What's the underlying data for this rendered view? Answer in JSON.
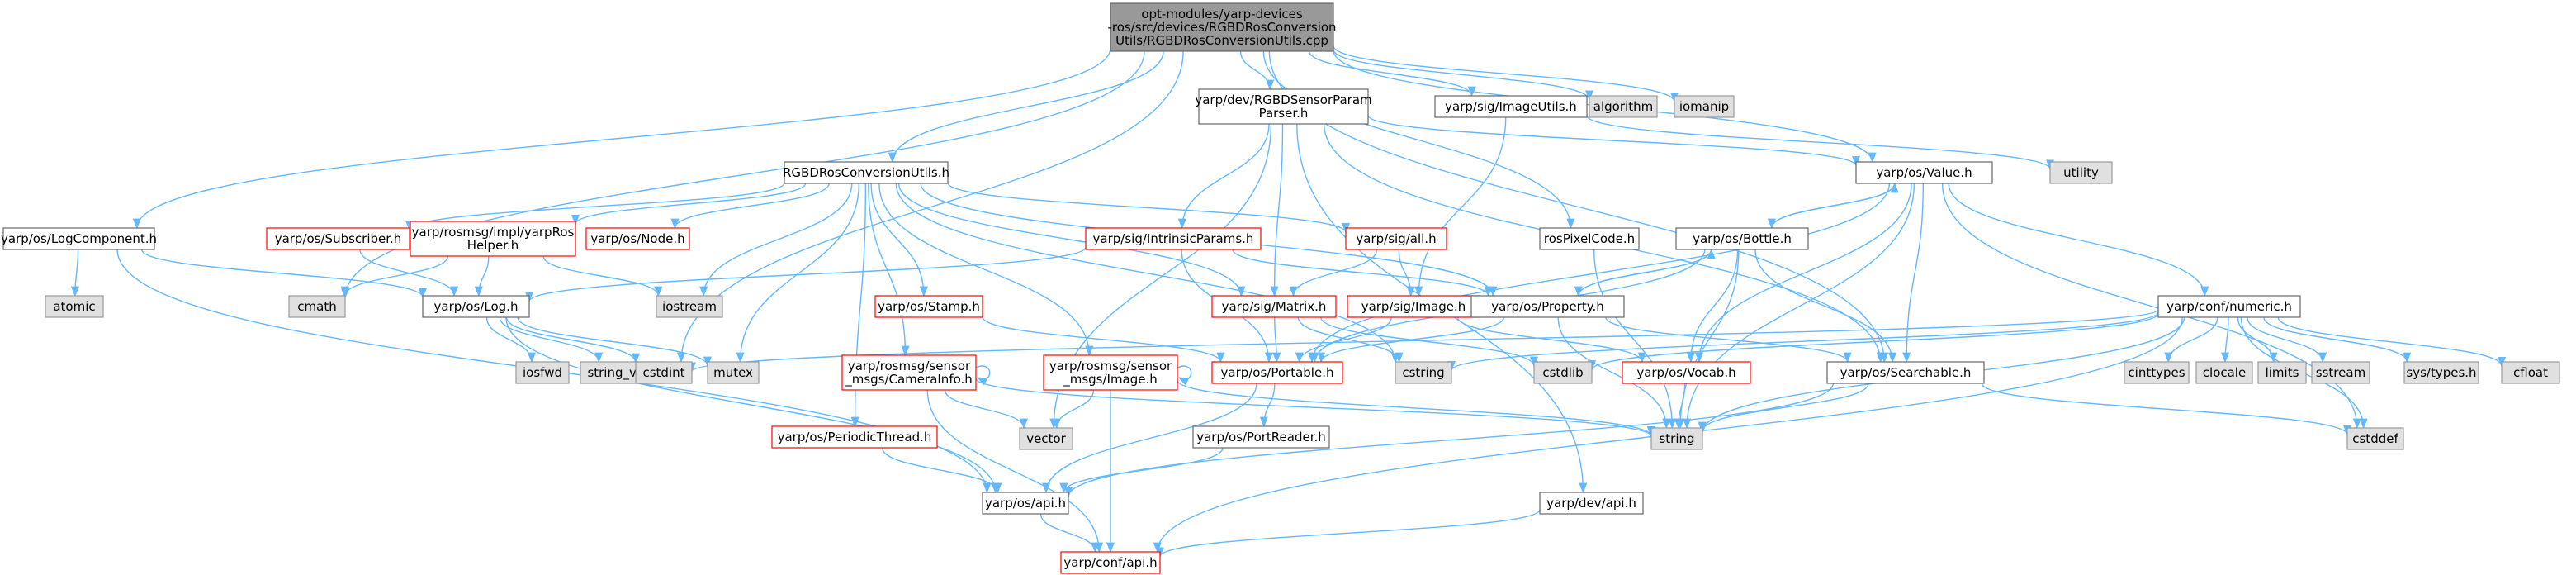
{
  "graph": {
    "root": {
      "lines": [
        "opt-modules/yarp-devices",
        "-ros/src/devices/RGBDRosConversion",
        "Utils/RGBDRosConversionUtils.cpp"
      ]
    },
    "nodes": [
      {
        "id": "rgbdparser",
        "lines": [
          "yarp/dev/RGBDSensorParam",
          "Parser.h"
        ],
        "kind": "normal"
      },
      {
        "id": "imageutils",
        "lines": [
          "yarp/sig/ImageUtils.h"
        ],
        "kind": "normal"
      },
      {
        "id": "algorithm",
        "lines": [
          "algorithm"
        ],
        "kind": "sys"
      },
      {
        "id": "iomanip",
        "lines": [
          "iomanip"
        ],
        "kind": "sys"
      },
      {
        "id": "conv",
        "lines": [
          "RGBDRosConversionUtils.h"
        ],
        "kind": "normal"
      },
      {
        "id": "utility",
        "lines": [
          "utility"
        ],
        "kind": "sys"
      },
      {
        "id": "value",
        "lines": [
          "yarp/os/Value.h"
        ],
        "kind": "normal"
      },
      {
        "id": "logcomp",
        "lines": [
          "yarp/os/LogComponent.h"
        ],
        "kind": "normal"
      },
      {
        "id": "subscriber",
        "lines": [
          "yarp/os/Subscriber.h"
        ],
        "kind": "red"
      },
      {
        "id": "rosHelper",
        "lines": [
          "yarp/rosmsg/impl/yarpRos",
          "Helper.h"
        ],
        "kind": "red"
      },
      {
        "id": "node",
        "lines": [
          "yarp/os/Node.h"
        ],
        "kind": "red"
      },
      {
        "id": "intrinsic",
        "lines": [
          "yarp/sig/IntrinsicParams.h"
        ],
        "kind": "red"
      },
      {
        "id": "sigall",
        "lines": [
          "yarp/sig/all.h"
        ],
        "kind": "red"
      },
      {
        "id": "rospixel",
        "lines": [
          "rosPixelCode.h"
        ],
        "kind": "normal"
      },
      {
        "id": "bottle",
        "lines": [
          "yarp/os/Bottle.h"
        ],
        "kind": "normal"
      },
      {
        "id": "atomic",
        "lines": [
          "atomic"
        ],
        "kind": "sys"
      },
      {
        "id": "cmath",
        "lines": [
          "cmath"
        ],
        "kind": "sys"
      },
      {
        "id": "log",
        "lines": [
          "yarp/os/Log.h"
        ],
        "kind": "normal"
      },
      {
        "id": "iostream",
        "lines": [
          "iostream"
        ],
        "kind": "sys"
      },
      {
        "id": "stamp",
        "lines": [
          "yarp/os/Stamp.h"
        ],
        "kind": "red"
      },
      {
        "id": "matrix",
        "lines": [
          "yarp/sig/Matrix.h"
        ],
        "kind": "red"
      },
      {
        "id": "image",
        "lines": [
          "yarp/sig/Image.h"
        ],
        "kind": "red"
      },
      {
        "id": "property",
        "lines": [
          "yarp/os/Property.h"
        ],
        "kind": "normal"
      },
      {
        "id": "numeric",
        "lines": [
          "yarp/conf/numeric.h"
        ],
        "kind": "normal"
      },
      {
        "id": "iosfwd",
        "lines": [
          "iosfwd"
        ],
        "kind": "sys"
      },
      {
        "id": "string_view",
        "lines": [
          "string_view"
        ],
        "kind": "sys"
      },
      {
        "id": "cstdint",
        "lines": [
          "cstdint"
        ],
        "kind": "sys"
      },
      {
        "id": "mutex",
        "lines": [
          "mutex"
        ],
        "kind": "sys"
      },
      {
        "id": "camerainfo",
        "lines": [
          "yarp/rosmsg/sensor",
          "_msgs/CameraInfo.h"
        ],
        "kind": "red"
      },
      {
        "id": "rosimage",
        "lines": [
          "yarp/rosmsg/sensor",
          "_msgs/Image.h"
        ],
        "kind": "red"
      },
      {
        "id": "portable",
        "lines": [
          "yarp/os/Portable.h"
        ],
        "kind": "red"
      },
      {
        "id": "cstring",
        "lines": [
          "cstring"
        ],
        "kind": "sys"
      },
      {
        "id": "cstdlib",
        "lines": [
          "cstdlib"
        ],
        "kind": "sys"
      },
      {
        "id": "vocab",
        "lines": [
          "yarp/os/Vocab.h"
        ],
        "kind": "red"
      },
      {
        "id": "searchable",
        "lines": [
          "yarp/os/Searchable.h"
        ],
        "kind": "normal"
      },
      {
        "id": "cinttypes",
        "lines": [
          "cinttypes"
        ],
        "kind": "sys"
      },
      {
        "id": "clocale",
        "lines": [
          "clocale"
        ],
        "kind": "sys"
      },
      {
        "id": "limits",
        "lines": [
          "limits"
        ],
        "kind": "sys"
      },
      {
        "id": "sstream",
        "lines": [
          "sstream"
        ],
        "kind": "sys"
      },
      {
        "id": "systypes",
        "lines": [
          "sys/types.h"
        ],
        "kind": "sys"
      },
      {
        "id": "cfloat",
        "lines": [
          "cfloat"
        ],
        "kind": "sys"
      },
      {
        "id": "periodic",
        "lines": [
          "yarp/os/PeriodicThread.h"
        ],
        "kind": "red"
      },
      {
        "id": "vector",
        "lines": [
          "vector"
        ],
        "kind": "sys"
      },
      {
        "id": "portreader",
        "lines": [
          "yarp/os/PortReader.h"
        ],
        "kind": "normal"
      },
      {
        "id": "string",
        "lines": [
          "string"
        ],
        "kind": "sys"
      },
      {
        "id": "cstddef",
        "lines": [
          "cstddef"
        ],
        "kind": "sys"
      },
      {
        "id": "devapi",
        "lines": [
          "yarp/dev/api.h"
        ],
        "kind": "normal"
      },
      {
        "id": "osapi",
        "lines": [
          "yarp/os/api.h"
        ],
        "kind": "normal"
      },
      {
        "id": "confapi",
        "lines": [
          "yarp/conf/api.h"
        ],
        "kind": "red"
      }
    ],
    "edges": [
      [
        "root",
        "rgbdparser"
      ],
      [
        "root",
        "imageutils"
      ],
      [
        "root",
        "algorithm"
      ],
      [
        "root",
        "iomanip"
      ],
      [
        "root",
        "conv"
      ],
      [
        "root",
        "logcomp"
      ],
      [
        "root",
        "cmath"
      ],
      [
        "root",
        "cstdint"
      ],
      [
        "root",
        "value"
      ],
      [
        "root",
        "rospixel"
      ],
      [
        "root",
        "searchable"
      ],
      [
        "rgbdparser",
        "value"
      ],
      [
        "rgbdparser",
        "intrinsic"
      ],
      [
        "rgbdparser",
        "matrix"
      ],
      [
        "rgbdparser",
        "vector"
      ],
      [
        "rgbdparser",
        "devapi"
      ],
      [
        "rgbdparser",
        "searchable"
      ],
      [
        "imageutils",
        "image"
      ],
      [
        "imageutils",
        "utility"
      ],
      [
        "conv",
        "subscriber"
      ],
      [
        "conv",
        "rosHelper"
      ],
      [
        "conv",
        "node"
      ],
      [
        "conv",
        "iostream"
      ],
      [
        "conv",
        "mutex"
      ],
      [
        "conv",
        "stamp"
      ],
      [
        "conv",
        "camerainfo"
      ],
      [
        "conv",
        "rosimage"
      ],
      [
        "conv",
        "periodic"
      ],
      [
        "conv",
        "matrix"
      ],
      [
        "conv",
        "sigall"
      ],
      [
        "conv",
        "cstring"
      ],
      [
        "conv",
        "property"
      ],
      [
        "value",
        "bottle"
      ],
      [
        "value",
        "portable"
      ],
      [
        "value",
        "numeric"
      ],
      [
        "value",
        "vocab"
      ],
      [
        "value",
        "searchable"
      ],
      [
        "value",
        "string"
      ],
      [
        "value",
        "cstddef"
      ],
      [
        "logcomp",
        "atomic"
      ],
      [
        "logcomp",
        "log"
      ],
      [
        "logcomp",
        "osapi"
      ],
      [
        "subscriber",
        "log"
      ],
      [
        "rosHelper",
        "cmath"
      ],
      [
        "rosHelper",
        "iostream"
      ],
      [
        "rosHelper",
        "log"
      ],
      [
        "intrinsic",
        "log"
      ],
      [
        "intrinsic",
        "portable"
      ],
      [
        "intrinsic",
        "property"
      ],
      [
        "sigall",
        "image"
      ],
      [
        "sigall",
        "matrix"
      ],
      [
        "rospixel",
        "string"
      ],
      [
        "bottle",
        "value"
      ],
      [
        "bottle",
        "portable"
      ],
      [
        "bottle",
        "property"
      ],
      [
        "bottle",
        "vocab"
      ],
      [
        "bottle",
        "searchable"
      ],
      [
        "bottle",
        "string"
      ],
      [
        "log",
        "iosfwd"
      ],
      [
        "log",
        "string_view"
      ],
      [
        "log",
        "cstdint"
      ],
      [
        "log",
        "mutex"
      ],
      [
        "log",
        "osapi"
      ],
      [
        "stamp",
        "portable"
      ],
      [
        "matrix",
        "portable"
      ],
      [
        "matrix",
        "cstring"
      ],
      [
        "matrix",
        "cstdlib"
      ],
      [
        "image",
        "portable"
      ],
      [
        "image",
        "vocab"
      ],
      [
        "property",
        "portable"
      ],
      [
        "property",
        "searchable"
      ],
      [
        "property",
        "bottle"
      ],
      [
        "property",
        "string"
      ],
      [
        "numeric",
        "cinttypes"
      ],
      [
        "numeric",
        "clocale"
      ],
      [
        "numeric",
        "limits"
      ],
      [
        "numeric",
        "sstream"
      ],
      [
        "numeric",
        "systypes"
      ],
      [
        "numeric",
        "cfloat"
      ],
      [
        "numeric",
        "cstddef"
      ],
      [
        "numeric",
        "cstdint"
      ],
      [
        "numeric",
        "cstring"
      ],
      [
        "numeric",
        "string"
      ],
      [
        "numeric",
        "confapi"
      ],
      [
        "numeric",
        "cstdlib"
      ],
      [
        "camerainfo",
        "vector"
      ],
      [
        "camerainfo",
        "string"
      ],
      [
        "camerainfo",
        "confapi"
      ],
      [
        "camerainfo",
        "camerainfo"
      ],
      [
        "rosimage",
        "vector"
      ],
      [
        "rosimage",
        "string"
      ],
      [
        "rosimage",
        "confapi"
      ],
      [
        "rosimage",
        "rosimage"
      ],
      [
        "portable",
        "portreader"
      ],
      [
        "portable",
        "osapi"
      ],
      [
        "vocab",
        "string"
      ],
      [
        "searchable",
        "string"
      ],
      [
        "searchable",
        "osapi"
      ],
      [
        "searchable",
        "cstddef"
      ],
      [
        "periodic",
        "osapi"
      ],
      [
        "portreader",
        "osapi"
      ],
      [
        "devapi",
        "confapi"
      ],
      [
        "osapi",
        "confapi"
      ]
    ]
  },
  "colors": {
    "edge": "#63b8ff",
    "root_fill": "#999999",
    "root_border": "#666666",
    "node_fill": "#ffffff",
    "node_border": "#666666",
    "red_border": "#ff0000",
    "sys_fill": "#e0e0e0",
    "sys_border": "#999999",
    "text": "#000000"
  }
}
